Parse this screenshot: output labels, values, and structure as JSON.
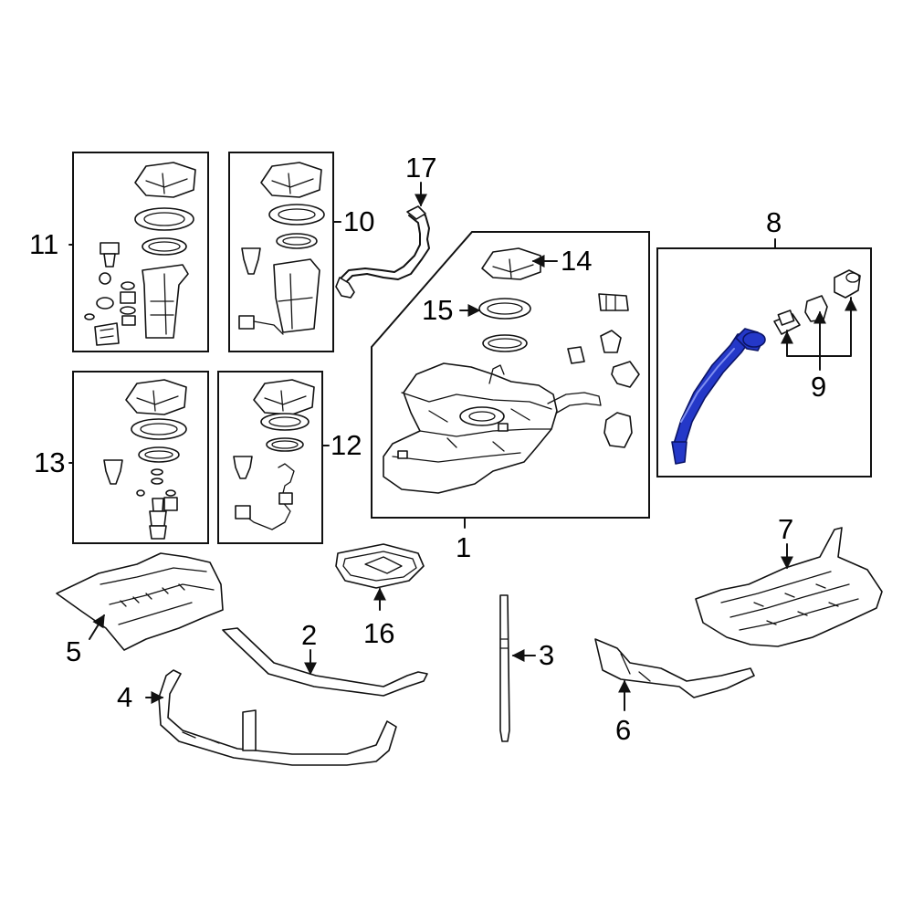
{
  "callouts": {
    "c1": "1",
    "c2": "2",
    "c3": "3",
    "c4": "4",
    "c5": "5",
    "c6": "6",
    "c7": "7",
    "c8": "8",
    "c9": "9",
    "c10": "10",
    "c11": "11",
    "c12": "12",
    "c13": "13",
    "c14": "14",
    "c15": "15",
    "c16": "16",
    "c17": "17"
  },
  "colors": {
    "highlight_part": "#2438c8",
    "lines": "#111111",
    "background": "#ffffff"
  }
}
